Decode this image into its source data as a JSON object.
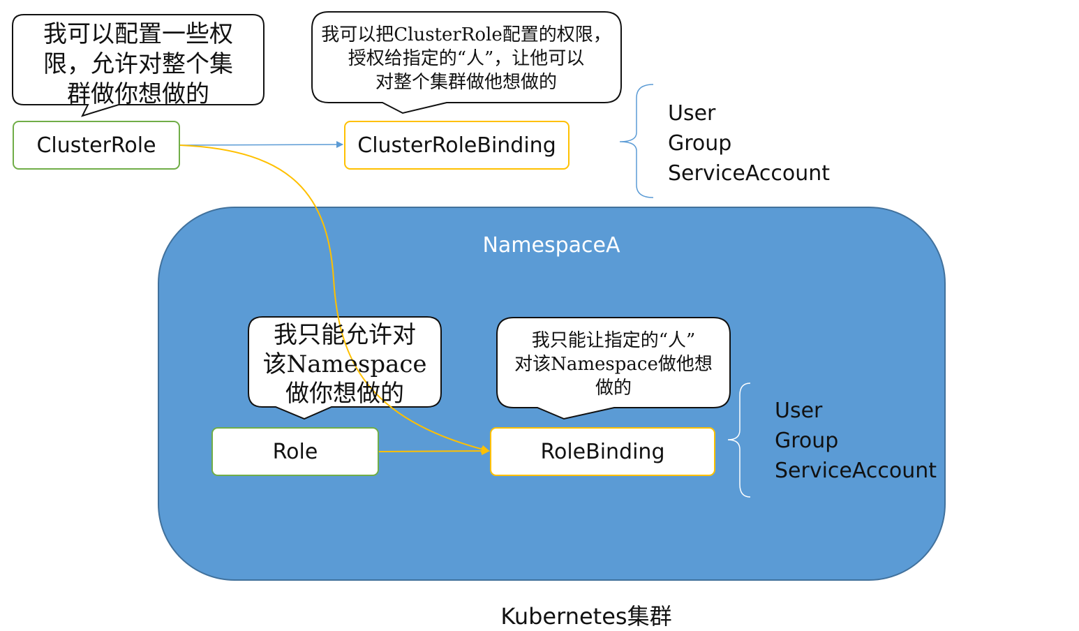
{
  "nodes": {
    "cluster_role": "ClusterRole",
    "cluster_role_binding": "ClusterRoleBinding",
    "role": "Role",
    "role_binding": "RoleBinding"
  },
  "namespace_label": "NamespaceA",
  "callouts": {
    "cluster_role": [
      "我可以配置一些权",
      "限，允许对整个集",
      "群做你想做的"
    ],
    "cluster_role_binding": [
      "我可以把ClusterRole配置的权限，",
      "授权给指定的“人”，让他可以",
      "对整个集群做他想做的"
    ],
    "role": [
      "我只能允许对",
      "该Namespace",
      "做你想做的"
    ],
    "role_binding": [
      "我只能让指定的“人”",
      "对该Namespace做他想",
      "做的"
    ]
  },
  "subjects_cluster": [
    "User",
    "Group",
    "ServiceAccount"
  ],
  "subjects_namespace": [
    "User",
    "Group",
    "ServiceAccount"
  ],
  "caption": "Kubernetes集群",
  "colors": {
    "namespace_fill": "#5b9bd5",
    "green_border": "#70ad47",
    "yellow_border": "#ffc000",
    "blue_arrow": "#5b9bd5",
    "yellow_arrow": "#ffc000"
  }
}
